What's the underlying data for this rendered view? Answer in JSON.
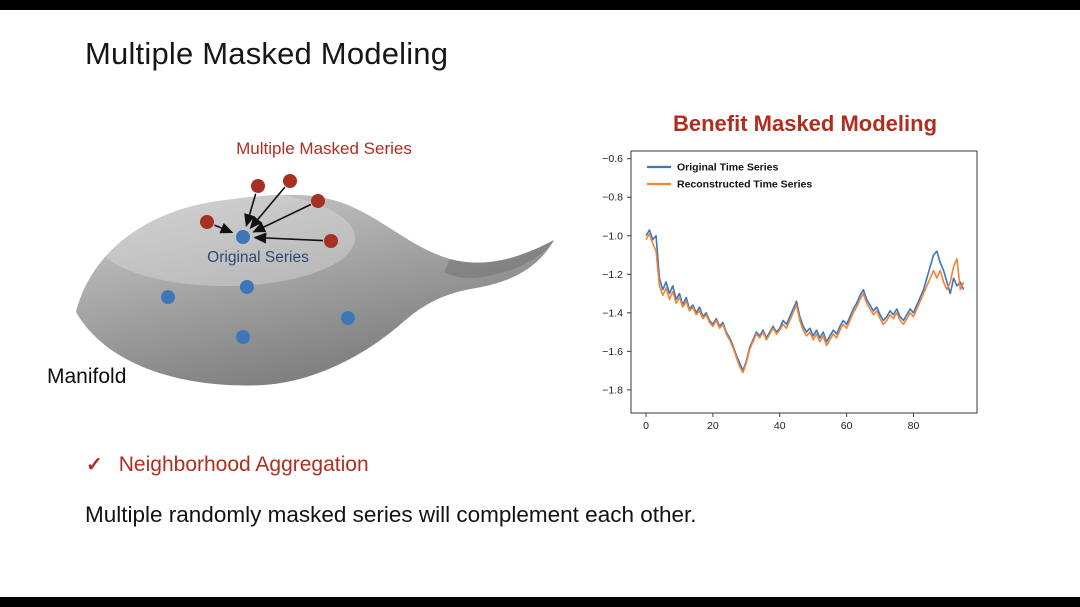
{
  "slide": {
    "title": "Multiple Masked Modeling",
    "diagram": {
      "masked_series_label": "Multiple Masked Series",
      "original_series_label": "Original Series",
      "manifold_label": "Manifold"
    },
    "bullet": {
      "check_glyph": "✓",
      "text": "Neighborhood Aggregation"
    },
    "caption": "Multiple randomly masked series will complement each other."
  },
  "colors": {
    "accent_red": "#b02e20",
    "navy": "#2b4a73",
    "dot_red": "#a63022",
    "dot_blue": "#3f76b8",
    "manifold_gray": "#9a9a9a"
  },
  "chart_data": {
    "type": "line",
    "title": "Benefit Masked Modeling",
    "xlabel": "",
    "ylabel": "",
    "x_range": [
      0,
      95
    ],
    "x_step": 1,
    "xticks": [
      0,
      20,
      40,
      60,
      80
    ],
    "yticks": [
      -0.6,
      -0.8,
      -1.0,
      -1.2,
      -1.4,
      -1.6,
      -1.8
    ],
    "xlim": [
      -4.5,
      99
    ],
    "ylim": [
      -1.92,
      -0.56
    ],
    "grid": false,
    "legend_position": "upper left",
    "series": [
      {
        "name": "Original Time Series",
        "color": "#3b76c0",
        "values": [
          -1.0,
          -0.97,
          -1.02,
          -1.0,
          -1.22,
          -1.28,
          -1.24,
          -1.3,
          -1.26,
          -1.33,
          -1.3,
          -1.36,
          -1.32,
          -1.38,
          -1.36,
          -1.4,
          -1.37,
          -1.42,
          -1.4,
          -1.44,
          -1.46,
          -1.43,
          -1.47,
          -1.45,
          -1.5,
          -1.53,
          -1.57,
          -1.62,
          -1.66,
          -1.7,
          -1.65,
          -1.58,
          -1.54,
          -1.5,
          -1.52,
          -1.49,
          -1.53,
          -1.5,
          -1.47,
          -1.5,
          -1.48,
          -1.44,
          -1.46,
          -1.42,
          -1.38,
          -1.34,
          -1.42,
          -1.47,
          -1.5,
          -1.48,
          -1.52,
          -1.49,
          -1.53,
          -1.5,
          -1.55,
          -1.52,
          -1.49,
          -1.51,
          -1.47,
          -1.44,
          -1.46,
          -1.42,
          -1.38,
          -1.35,
          -1.31,
          -1.28,
          -1.33,
          -1.36,
          -1.39,
          -1.37,
          -1.41,
          -1.44,
          -1.42,
          -1.39,
          -1.41,
          -1.38,
          -1.42,
          -1.44,
          -1.41,
          -1.38,
          -1.4,
          -1.36,
          -1.32,
          -1.28,
          -1.22,
          -1.16,
          -1.1,
          -1.08,
          -1.14,
          -1.18,
          -1.24,
          -1.3,
          -1.22,
          -1.26,
          -1.24,
          -1.28
        ]
      },
      {
        "name": "Reconstructed Time Series",
        "color": "#ef8636",
        "values": [
          -1.02,
          -0.99,
          -1.04,
          -1.08,
          -1.26,
          -1.31,
          -1.27,
          -1.33,
          -1.29,
          -1.35,
          -1.32,
          -1.37,
          -1.34,
          -1.39,
          -1.37,
          -1.41,
          -1.39,
          -1.43,
          -1.41,
          -1.45,
          -1.47,
          -1.44,
          -1.48,
          -1.46,
          -1.51,
          -1.54,
          -1.58,
          -1.63,
          -1.68,
          -1.71,
          -1.66,
          -1.59,
          -1.55,
          -1.51,
          -1.53,
          -1.5,
          -1.54,
          -1.51,
          -1.48,
          -1.51,
          -1.49,
          -1.46,
          -1.48,
          -1.44,
          -1.4,
          -1.36,
          -1.44,
          -1.49,
          -1.52,
          -1.5,
          -1.54,
          -1.51,
          -1.55,
          -1.52,
          -1.57,
          -1.54,
          -1.51,
          -1.53,
          -1.49,
          -1.46,
          -1.48,
          -1.44,
          -1.4,
          -1.37,
          -1.33,
          -1.3,
          -1.35,
          -1.38,
          -1.41,
          -1.39,
          -1.43,
          -1.46,
          -1.44,
          -1.41,
          -1.43,
          -1.4,
          -1.44,
          -1.46,
          -1.43,
          -1.4,
          -1.42,
          -1.38,
          -1.34,
          -1.3,
          -1.26,
          -1.22,
          -1.18,
          -1.22,
          -1.18,
          -1.24,
          -1.28,
          -1.24,
          -1.16,
          -1.12,
          -1.28,
          -1.24
        ]
      }
    ]
  }
}
